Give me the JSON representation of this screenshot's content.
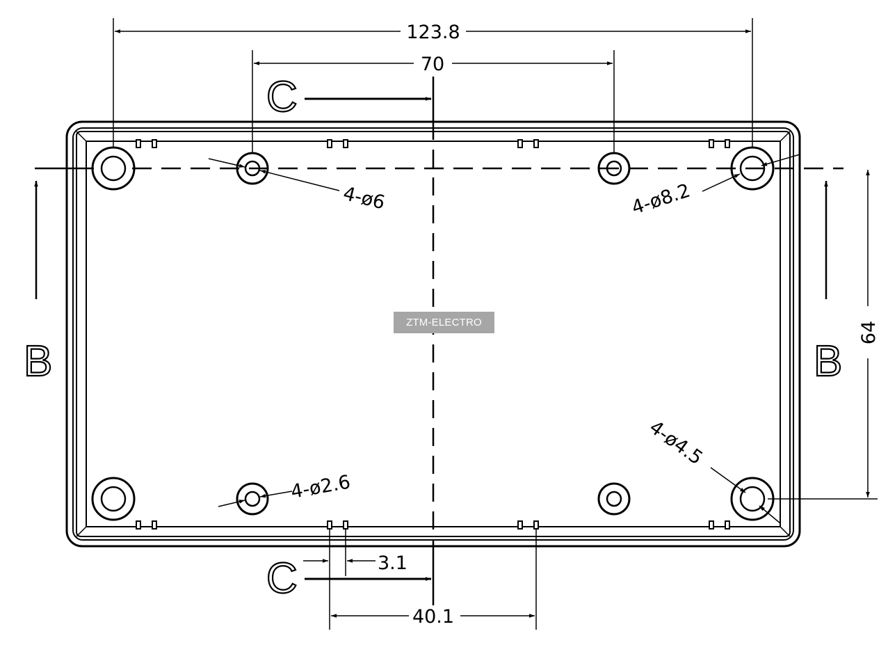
{
  "dimensions": {
    "overall_width": "123.8",
    "boss_spacing": "70",
    "height": "64",
    "slot_spacing": "40.1",
    "slot_width": "3.1"
  },
  "callouts": {
    "small_hole": "4-ø6",
    "corner_outer": "4-ø8.2",
    "bottom_hole": "4-ø2.6",
    "corner_inner": "4-ø4.5"
  },
  "sections": {
    "c_top": "C",
    "c_bottom": "C",
    "b_left": "B",
    "b_right": "B"
  },
  "watermark": "ZTM-ELECTRO"
}
